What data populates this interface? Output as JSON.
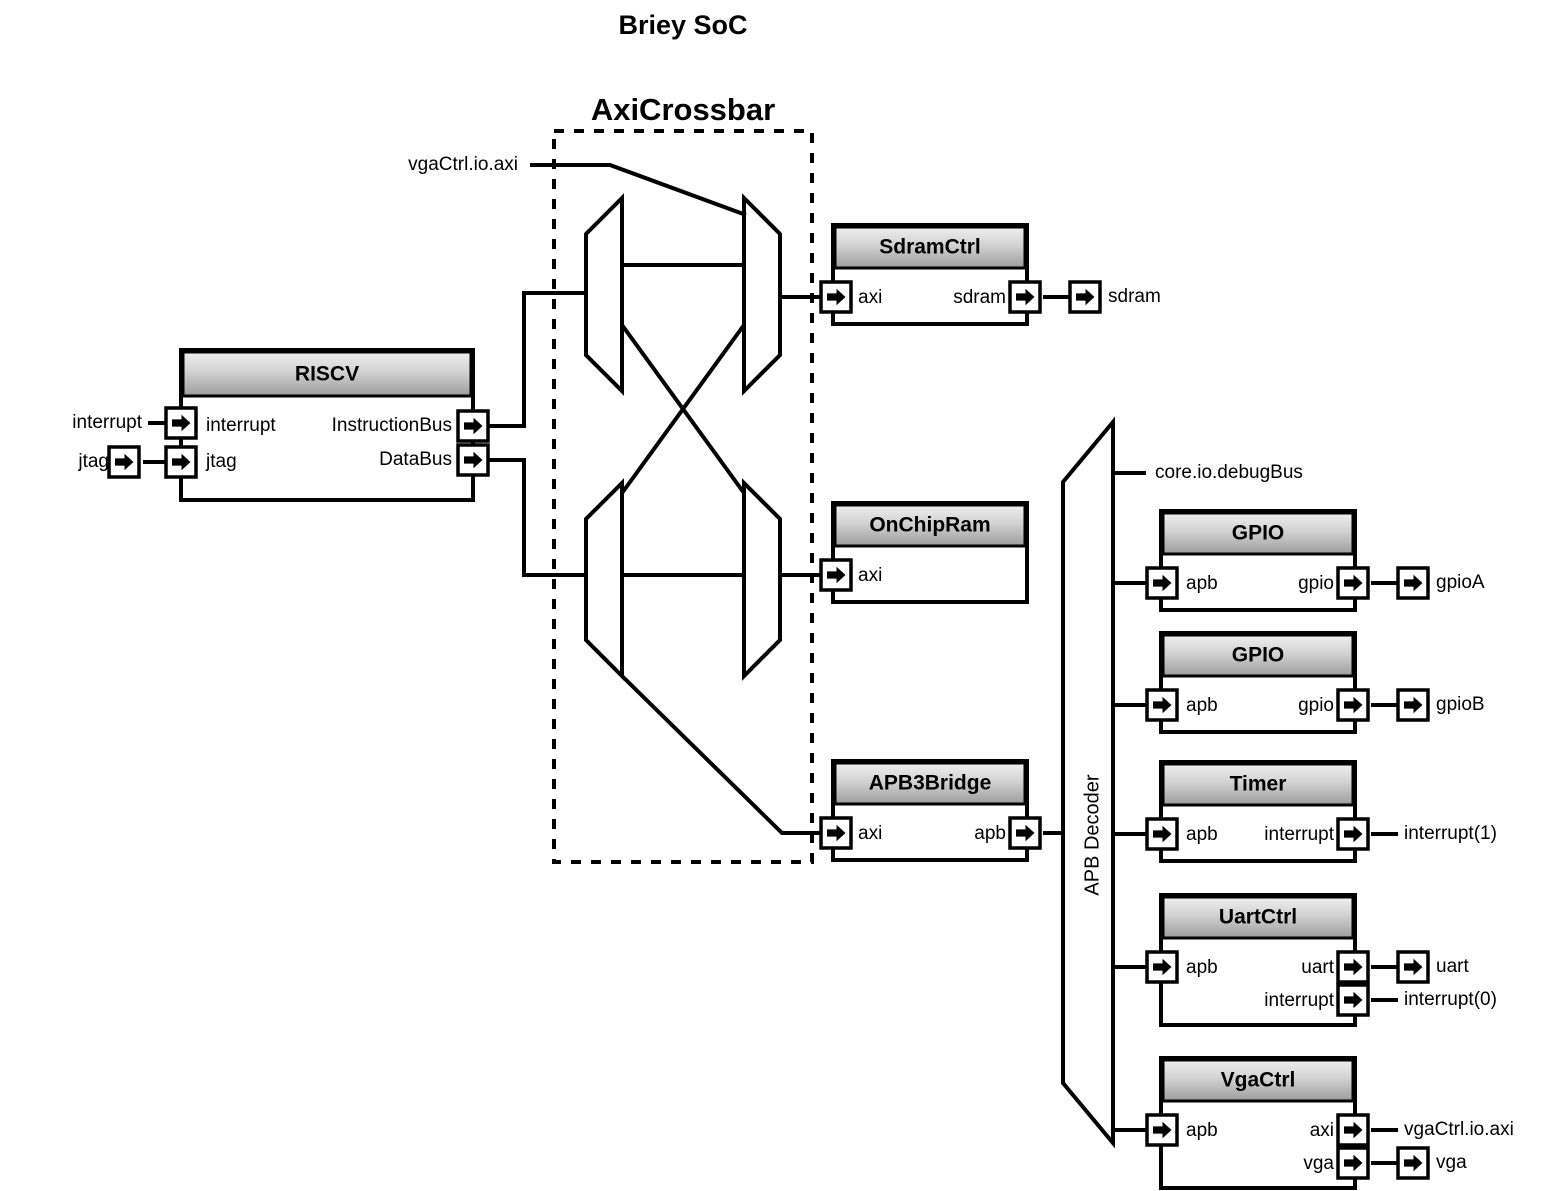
{
  "diagram": {
    "title": "Briey SoC",
    "crossbar": {
      "label": "AxiCrossbar"
    },
    "decoder": {
      "label": "APB Decoder"
    },
    "style": {
      "stroke": "#000000",
      "header_gradient_top": "#ededed",
      "header_gradient_bottom": "#9e9e9e",
      "body_fill": "#ffffff",
      "background": "#ffffff"
    }
  },
  "blocks": {
    "riscv": {
      "title": "RISCV",
      "ports": {
        "in_interrupt": "interrupt",
        "in_jtag": "jtag",
        "out_instruction": "InstructionBus",
        "out_data": "DataBus"
      }
    },
    "sdramctrl": {
      "title": "SdramCtrl",
      "ports": {
        "in_axi": "axi",
        "out_sdram": "sdram"
      }
    },
    "onchipram": {
      "title": "OnChipRam",
      "ports": {
        "in_axi": "axi"
      }
    },
    "apb3bridge": {
      "title": "APB3Bridge",
      "ports": {
        "in_axi": "axi",
        "out_apb": "apb"
      }
    },
    "gpio_a": {
      "title": "GPIO",
      "ports": {
        "in_apb": "apb",
        "out_gpio": "gpio"
      }
    },
    "gpio_b": {
      "title": "GPIO",
      "ports": {
        "in_apb": "apb",
        "out_gpio": "gpio"
      }
    },
    "timer": {
      "title": "Timer",
      "ports": {
        "in_apb": "apb",
        "out_interrupt": "interrupt"
      }
    },
    "uartctrl": {
      "title": "UartCtrl",
      "ports": {
        "in_apb": "apb",
        "out_uart": "uart",
        "out_interrupt": "interrupt"
      }
    },
    "vgactrl": {
      "title": "VgaCtrl",
      "ports": {
        "in_apb": "apb",
        "out_axi": "axi",
        "out_vga": "vga"
      }
    }
  },
  "external_labels": {
    "interrupt_in": "interrupt",
    "jtag_in": "jtag",
    "vga_axi_in": "vgaCtrl.io.axi",
    "sdram_out": "sdram",
    "debug_bus": "core.io.debugBus",
    "gpioA": "gpioA",
    "gpioB": "gpioB",
    "timer_interrupt": "interrupt(1)",
    "uart_out": "uart",
    "uart_interrupt": "interrupt(0)",
    "vga_axi_out": "vgaCtrl.io.axi",
    "vga_out": "vga"
  }
}
